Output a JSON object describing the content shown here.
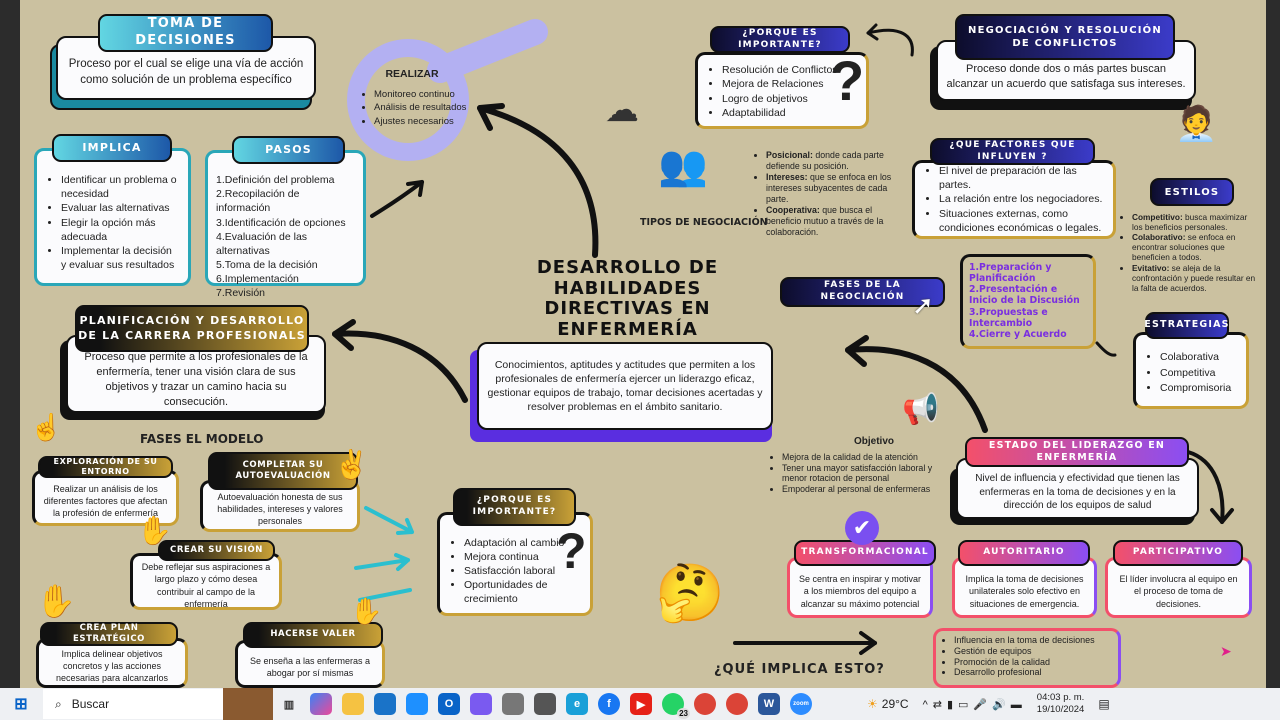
{
  "toma": {
    "title": "TOMA DE DECISIONES",
    "text": "Proceso por el cual se elige una vía de acción como solución de un problema específico"
  },
  "implica": {
    "title": "IMPLICA",
    "items": [
      "Identificar un problema o necesidad",
      "Evaluar las alternativas",
      "Elegir la opción más adecuada",
      "Implementar la decisión y evaluar sus resultados"
    ]
  },
  "pasos": {
    "title": "PASOS",
    "items": [
      "1.Definición del problema",
      "2.Recopilación de información",
      "3.Identificación de opciones",
      "4.Evaluación de las alternativas",
      "5.Toma de la decisión",
      "6.Implementación",
      "7.Revisión"
    ]
  },
  "realizar": {
    "title": "REALIZAR",
    "items": [
      "Monitoreo continuo",
      "Análisis de resultados",
      "Ajustes necesarios"
    ]
  },
  "planificacion": {
    "title": "PLANIFICACIÓN Y DESARROLLO DE LA CARRERA PROFESIONALS",
    "text": "Proceso que permite a los profesionales de la enfermería, tener una visión clara de sus objetivos y trazar un camino hacia su consecución."
  },
  "fases_modelo": {
    "title": "FASES EL MODELO",
    "items": [
      {
        "title": "EXPLORACIÓN DE SU ENTORNO",
        "text": "Realizar un análisis de los diferentes factores que afectan la profesión de enfermería"
      },
      {
        "title": "COMPLETAR SU AUTOEVALUACIÓN",
        "text": "Autoevaluación honesta de sus habilidades, intereses y valores personales"
      },
      {
        "title": "CREAR SU VISIÓN",
        "text": "Debe reflejar sus aspiraciones a largo plazo y cómo desea contribuir al campo de la enfermería"
      },
      {
        "title": "CREA PLAN ESTRATÉGICO",
        "text": "Implica delinear objetivos concretos y las acciones necesarias para alcanzarlos"
      },
      {
        "title": "HACERSE VALER",
        "text": "Se enseña a las enfermeras a abogar por sí mismas"
      }
    ]
  },
  "center": {
    "title": "DESARROLLO DE HABILIDADES DIRECTIVAS EN ENFERMERÍA",
    "text": "Conocimientos, aptitudes y actitudes que permiten a los profesionales de enfermería ejercer un liderazgo eficaz, gestionar equipos de trabajo, tomar decisiones acertadas y resolver problemas en el ámbito sanitario."
  },
  "importante_bottom": {
    "title": "¿PORQUE ES IMPORTANTE?",
    "items": [
      "Adaptación al cambio",
      "Mejora continua",
      "Satisfacción laboral",
      "Oportunidades de crecimiento"
    ]
  },
  "importante_top": {
    "title": "¿PORQUE ES IMPORTANTE?",
    "items": [
      "Resolución de Conflictos",
      "Mejora de Relaciones",
      "Logro de objetivos",
      "Adaptabilidad"
    ]
  },
  "negociacion": {
    "title": "NEGOCIACIÓN Y RESOLUCIÓN DE CONFLICTOS",
    "text": "Proceso  donde dos o más partes buscan alcanzar un acuerdo que satisfaga sus intereses."
  },
  "factores": {
    "title": "¿QUE FACTORES QUE INFLUYEN ?",
    "items": [
      "El nivel de preparación de las partes.",
      "La relación entre los negociadores.",
      "Situaciones externas, como condiciones económicas o legales."
    ]
  },
  "tipos": {
    "title": "TIPOS DE NEGOCIACIÓN",
    "items": [
      {
        "b": "Posicional:",
        "t": " donde cada parte defiende su posición."
      },
      {
        "b": "Intereses:",
        "t": " que se enfoca en los intereses subyacentes de cada parte."
      },
      {
        "b": "Cooperativa:",
        "t": " que busca el beneficio mutuo a través de la colaboración."
      }
    ]
  },
  "estilos": {
    "title": "ESTILOS",
    "items": [
      {
        "b": "Competitivo:",
        "t": " busca maximizar los beneficios personales."
      },
      {
        "b": "Colaborativo:",
        "t": " se enfoca en encontrar soluciones que beneficien a todos."
      },
      {
        "b": "Evitativo:",
        "t": " se aleja de la confrontación y puede resultar en la falta de acuerdos."
      }
    ]
  },
  "fases_negociacion": {
    "title": "FASES DE LA NEGOCIACIÓN",
    "items": [
      "1.Preparación y Planificación",
      "2.Presentación e Inicio de la Discusión",
      "3.Propuestas e Intercambio",
      "4.Cierre y Acuerdo"
    ]
  },
  "estrategias": {
    "title": "ESTRATEGIAS",
    "items": [
      "Colaborativa",
      "Competitiva",
      "Compromisoria"
    ]
  },
  "objetivo": {
    "title": "Objetivo",
    "items": [
      "Mejora de la calidad de la atención",
      "Tener una mayor satisfacción laboral y menor rotacion de personal",
      "Empoderar al  personal de enfermeras"
    ]
  },
  "liderazgo": {
    "title": "ESTADO DEL LIDERAZGO EN ENFERMERÍA",
    "text": "Nivel de influencia y efectividad que tienen las enfermeras en la toma de decisiones y en la dirección de los equipos de salud"
  },
  "estilos_lider": [
    {
      "title": "TRANSFORMACIONAL",
      "text": "Se centra en inspirar y motivar a los miembros del equipo a alcanzar su máximo potencial"
    },
    {
      "title": "AUTORITARIO",
      "text": "Implica la toma de decisiones unilaterales solo efectivo en situaciones de emergencia."
    },
    {
      "title": "PARTICIPATIVO",
      "text": "El líder involucra al equipo en el proceso de toma de decisiones."
    }
  ],
  "implica_esto": {
    "title": "¿QUÉ IMPLICA ESTO?",
    "items": [
      "Influencia en la toma de decisiones",
      "Gestión de equipos",
      "Promoción de la calidad",
      "Desarrollo profesional"
    ]
  },
  "taskbar": {
    "search": "Buscar",
    "weather": "29°C",
    "time": "04:03 p. m.",
    "date": "19/10/2024",
    "badge": "23"
  },
  "colors": {
    "background": "#cbc1a0",
    "teal": "#1d58a8",
    "gold": "#c9a137",
    "navy": "#3b3bc9",
    "pink": "#f3506a",
    "purple": "#8b4ef2"
  }
}
